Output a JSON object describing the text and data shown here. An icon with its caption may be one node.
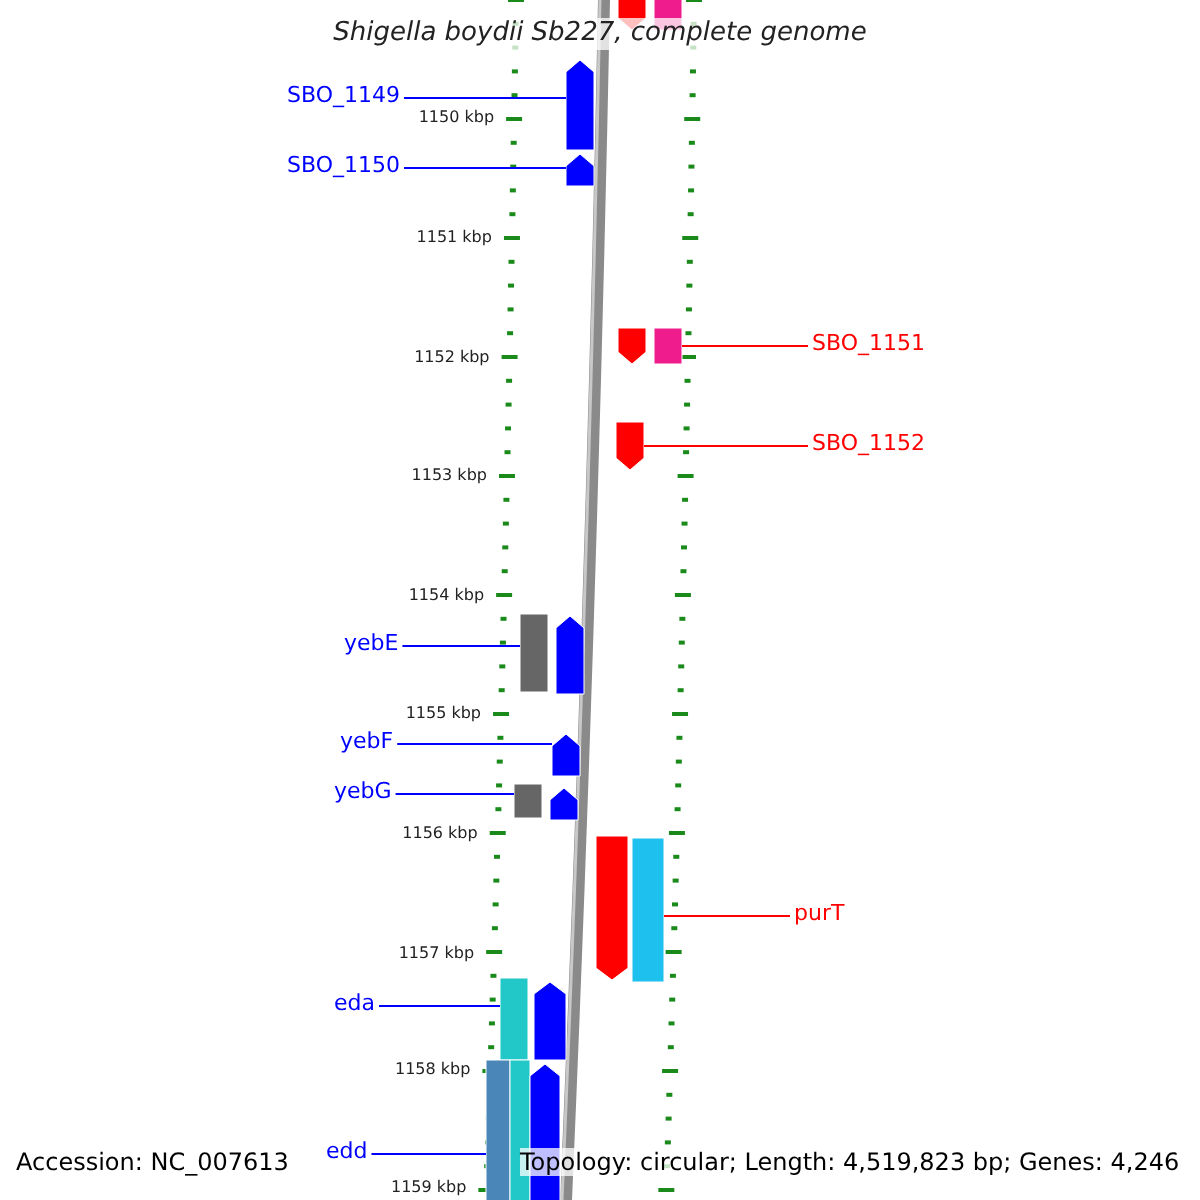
{
  "diagram": {
    "title": "Shigella boydii Sb227, complete genome",
    "nodes": [
      {
        "text": [
          "SBO_1149"
        ]
      },
      {
        "text": [
          "SBO_1150"
        ]
      },
      {
        "text": [
          "SBO_1151"
        ]
      },
      {
        "text": [
          "SBO_1152"
        ]
      },
      {
        "text": [
          "yebE"
        ]
      },
      {
        "text": [
          "yebF"
        ]
      },
      {
        "text": [
          "yebG"
        ]
      },
      {
        "text": [
          "purT"
        ]
      },
      {
        "text": [
          "eda"
        ]
      },
      {
        "text": [
          "edd"
        ]
      },
      {
        "text": [],
        "shape": "bar"
      },
      {
        "text": [],
        "shape": "bar"
      },
      {
        "text": [],
        "shape": "bar"
      },
      {
        "text": [],
        "shape": "bar"
      },
      {
        "text": [],
        "shape": "bar"
      },
      {
        "text": [],
        "shape": "bar"
      },
      {
        "text": [],
        "shape": "bar"
      },
      {
        "text": [],
        "shape": "bar"
      },
      {
        "text": [],
        "shape": "bar"
      },
      {
        "text": [],
        "shape": "bar"
      },
      {
        "text": [],
        "shape": "bar"
      },
      {
        "text": [],
        "shape": "bar"
      },
      {
        "text": [],
        "shape": "bar"
      },
      {
        "text": [],
        "shape": "bar"
      },
      {
        "text": [],
        "shape": "bar"
      },
      {
        "text": [],
        "shape": "bar"
      },
      {
        "text": [],
        "shape": "bar"
      },
      {
        "text": [],
        "shape": "bar"
      },
      {
        "text": [],
        "shape": "bar"
      }
    ],
    "edges": [
      {
        "from": 0,
        "to": 12,
        "arrow": "none"
      },
      {
        "from": 1,
        "to": 13,
        "arrow": "none"
      },
      {
        "from": 2,
        "to": 15,
        "arrow": "none",
        "color": "#ff0000"
      },
      {
        "from": 3,
        "to": 16,
        "arrow": "none",
        "color": "#ff0000"
      },
      {
        "from": 4,
        "to": 17,
        "arrow": "none"
      },
      {
        "from": 5,
        "to": 19,
        "arrow": "none"
      },
      {
        "from": 6,
        "to": 20,
        "arrow": "none"
      },
      {
        "from": 7,
        "to": 23,
        "arrow": "none",
        "color": "#ff0000"
      },
      {
        "from": 8,
        "to": 24,
        "arrow": "none"
      },
      {
        "from": 9,
        "to": 26,
        "arrow": "none"
      }
    ],
    "labels": [
      "1150 kbp",
      "1151 kbp",
      "1152 kbp",
      "1153 kbp",
      "1154 kbp",
      "1155 kbp",
      "1156 kbp",
      "1157 kbp",
      "1158 kbp",
      "1159 kbp",
      "Accession: NC_007613",
      "Topology: circular; Length: 4,519,823 bp; Genes: 4,246"
    ]
  }
}
